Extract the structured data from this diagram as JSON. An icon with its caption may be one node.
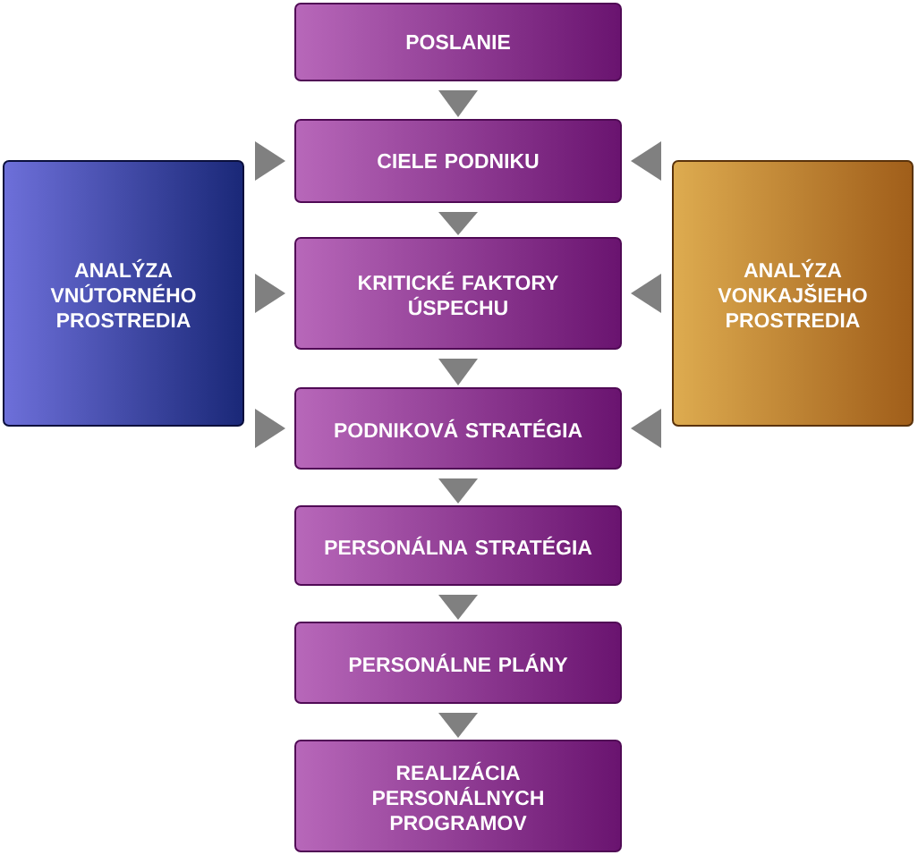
{
  "diagram": {
    "nodes": [
      {
        "text": [
          "POSLANIE"
        ]
      },
      {
        "text": [
          "CIELE PODNIKU"
        ]
      },
      {
        "text": [
          "KRITICKÉ FAKTORY ÚSPECHU"
        ]
      },
      {
        "text": [
          "PODNIKOVÁ STRATÉGIA"
        ]
      },
      {
        "text": [
          "PERSONÁLNA STRATÉGIA"
        ]
      },
      {
        "text": [
          "PERSONÁLNE PLÁNY"
        ]
      },
      {
        "text": [
          "REALIZÁCIA PERSONÁLNYCH PROGRAMOV"
        ]
      },
      {
        "text": [
          "ANALÝZA VNÚTORNÉHO PROSTREDIA"
        ]
      },
      {
        "text": [
          "ANALÝZA VONKAJŠIEHO PROSTREDIA"
        ]
      }
    ],
    "edges": [
      {
        "from": 0,
        "to": 1,
        "arrow": "to"
      },
      {
        "from": 1,
        "to": 2,
        "arrow": "to"
      },
      {
        "from": 2,
        "to": 3,
        "arrow": "to"
      },
      {
        "from": 3,
        "to": 4,
        "arrow": "to"
      },
      {
        "from": 4,
        "to": 5,
        "arrow": "to"
      },
      {
        "from": 5,
        "to": 6,
        "arrow": "to"
      },
      {
        "from": 7,
        "to": 1,
        "arrow": "to"
      },
      {
        "from": 7,
        "to": 2,
        "arrow": "to"
      },
      {
        "from": 7,
        "to": 3,
        "arrow": "to"
      },
      {
        "from": 8,
        "to": 1,
        "arrow": "to"
      },
      {
        "from": 8,
        "to": 2,
        "arrow": "to"
      },
      {
        "from": 8,
        "to": 3,
        "arrow": "to"
      }
    ]
  }
}
